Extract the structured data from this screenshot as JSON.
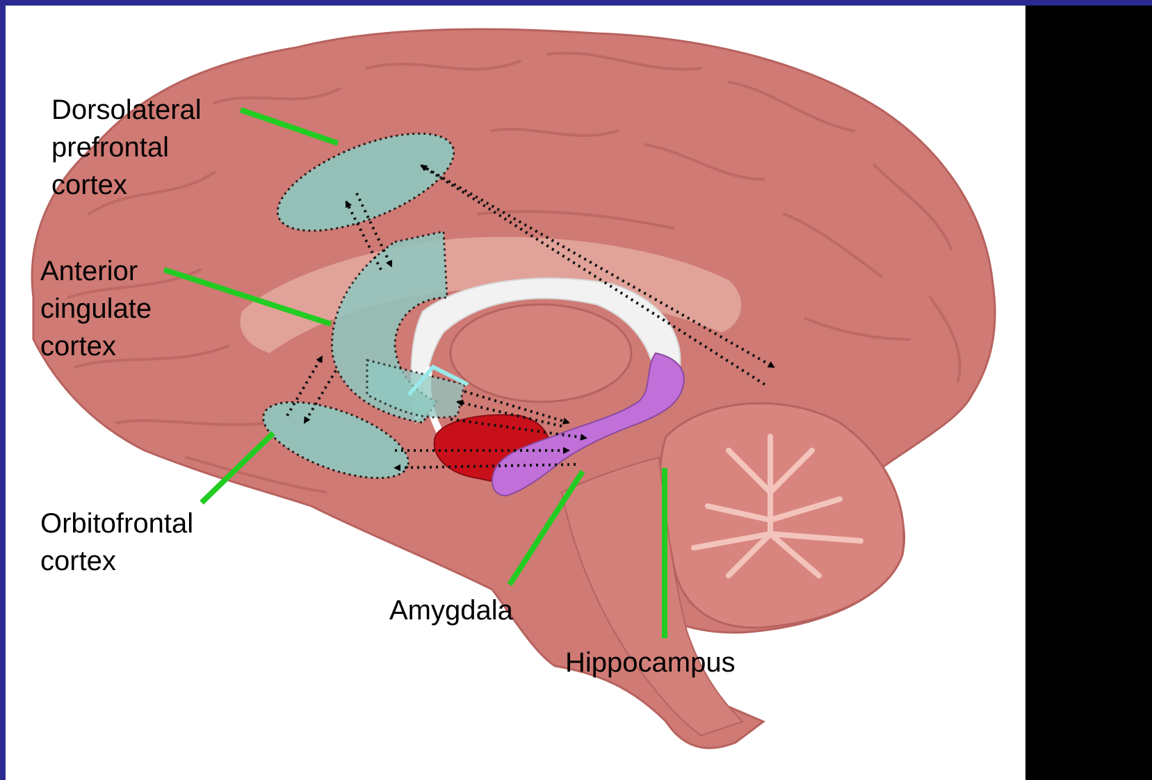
{
  "labels": {
    "dlpfc": [
      "Dorsolateral",
      "prefrontal",
      "cortex"
    ],
    "acc": [
      "Anterior",
      "cingulate",
      "cortex"
    ],
    "ofc": [
      "Orbitofrontal",
      "cortex"
    ],
    "amygdala": "Amygdala",
    "hippocampus": "Hippocampus"
  },
  "colors": {
    "frame": "#2b2b8f",
    "brain": "#cf7a74",
    "pointer_line": "#22cc22",
    "region_fill": "#8fc8c0",
    "amygdala": "#c8101a",
    "hippocampus": "#c070d8",
    "corpus_callosum": "#f2f2f2"
  }
}
